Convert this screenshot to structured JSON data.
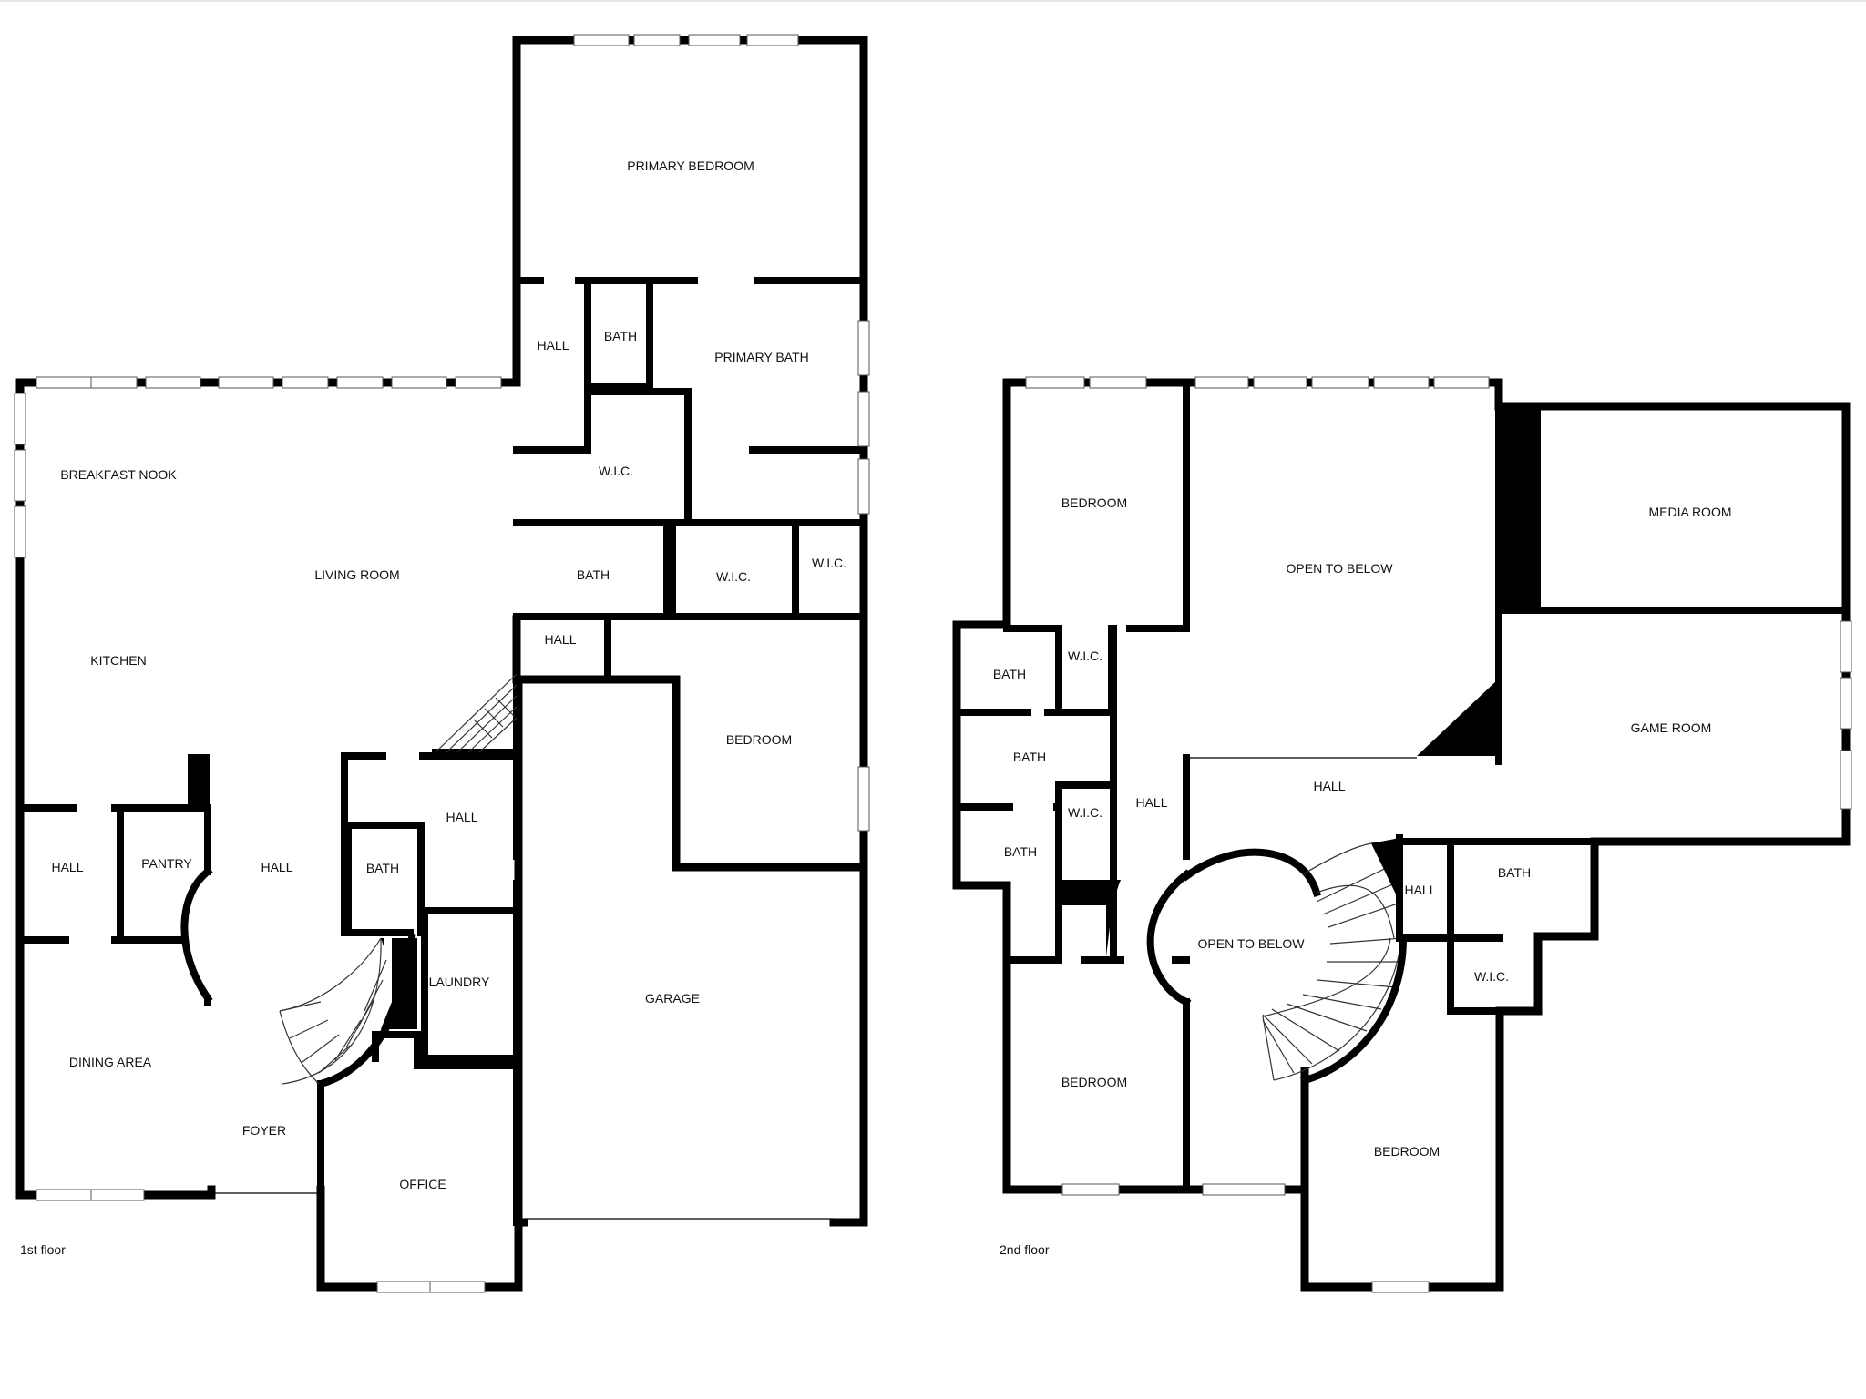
{
  "floors": [
    {
      "label": "1st floor",
      "rooms": {
        "primary_bedroom": "PRIMARY BEDROOM",
        "hall_a": "HALL",
        "bath_a": "BATH",
        "primary_bath": "PRIMARY BATH",
        "wic_a": "W.I.C.",
        "breakfast_nook": "BREAKFAST NOOK",
        "living_room": "LIVING ROOM",
        "bath_b": "BATH",
        "wic_b": "W.I.C.",
        "wic_c": "W.I.C.",
        "kitchen": "KITCHEN",
        "hall_b": "HALL",
        "bedroom": "BEDROOM",
        "hall_c": "HALL",
        "pantry": "PANTRY",
        "hall_d": "HALL",
        "hall_e": "HALL",
        "bath_c": "BATH",
        "laundry": "LAUNDRY",
        "garage": "GARAGE",
        "dining_area": "DINING AREA",
        "foyer": "FOYER",
        "office": "OFFICE"
      }
    },
    {
      "label": "2nd floor",
      "rooms": {
        "bedroom_a": "BEDROOM",
        "open_to_below_a": "OPEN TO BELOW",
        "media_room": "MEDIA ROOM",
        "bath_a": "BATH",
        "wic_a": "W.I.C.",
        "game_room": "GAME ROOM",
        "bath_b": "BATH",
        "hall_a": "HALL",
        "hall_b": "HALL",
        "wic_b": "W.I.C.",
        "bath_c": "BATH",
        "bath_d": "BATH",
        "hall_c": "HALL",
        "open_to_below_b": "OPEN TO BELOW",
        "wic_c": "W.I.C.",
        "bedroom_b": "BEDROOM",
        "bedroom_c": "BEDROOM"
      }
    }
  ]
}
